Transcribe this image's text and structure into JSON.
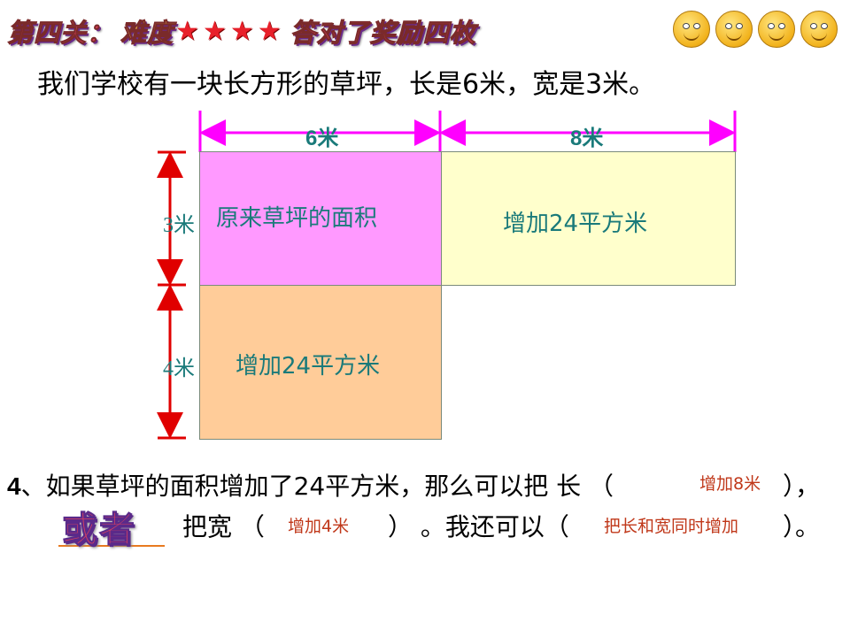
{
  "header": {
    "title_part1": "第四关：",
    "title_part2": "难度",
    "stars": [
      "★",
      "★",
      "★",
      "★"
    ],
    "reward": "答对了奖励四枚",
    "smiley_icons": [
      "smiley-face",
      "smiley-face",
      "smiley-face",
      "smiley-face"
    ]
  },
  "intro": "我们学校有一块长方形的草坪，长是6米，宽是3米。",
  "diagram": {
    "top_dim_left": "6米",
    "top_dim_right": "8米",
    "side_dim_top": "3米",
    "side_dim_bottom": "4米",
    "box_original": "原来草坪的面积",
    "box_right": "增加24平方米",
    "box_bottom": "增加24平方米",
    "colors": {
      "original": "#ff99ff",
      "right": "#ffffcc",
      "bottom": "#ffcc99",
      "dim_arrow": "#ff00ff",
      "side_arrow": "#e00000"
    }
  },
  "question": {
    "number": "4",
    "line1_text": "、如果草坪的面积增加了24平方米，那么可以把 长 （",
    "answer1": "增加8米",
    "line1_end": "），",
    "huozhe": "或者",
    "line2_a": "把宽 （",
    "answer2": "增加4米",
    "line2_b": "） 。我还可以（",
    "answer3": "把长和宽同时增加",
    "line2_c": "）。"
  }
}
